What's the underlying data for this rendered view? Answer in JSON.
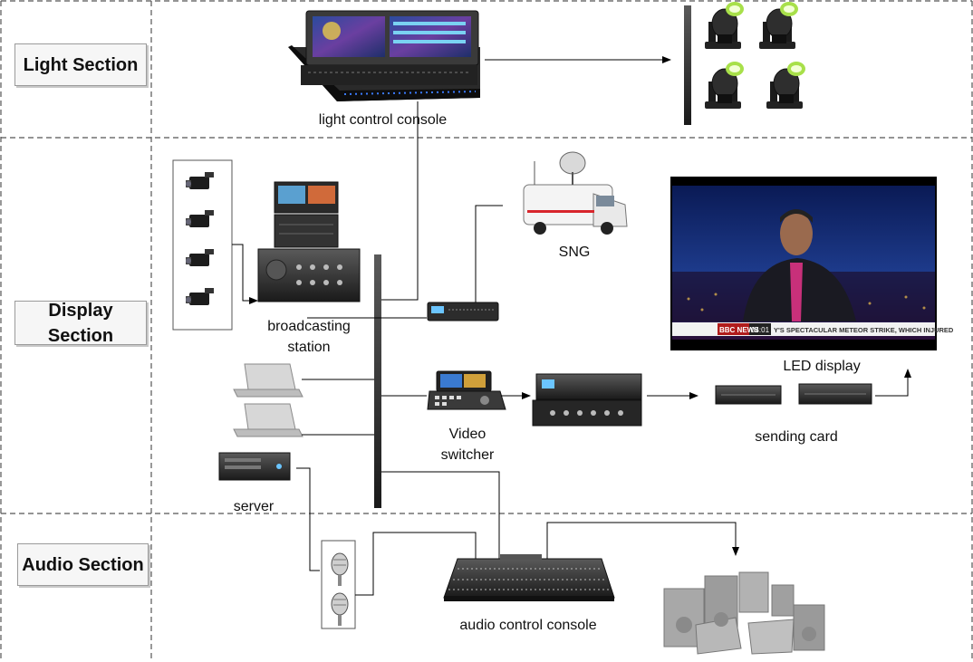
{
  "sections": {
    "light": "Light Section",
    "display_line1": "Display",
    "display_line2": "Section",
    "audio": "Audio Section"
  },
  "labels": {
    "light_console": "light control console",
    "sng": "SNG",
    "broadcasting_line1": "broadcasting",
    "broadcasting_line2": "station",
    "led_display": "LED display",
    "video_switcher_line1": "Video",
    "video_switcher_line2": "switcher",
    "sending_card": "sending card",
    "server": "server",
    "audio_console": "audio control console"
  },
  "tv": {
    "channel_logo": "BBC NEWS",
    "time": "04:01",
    "ticker": "Y'S SPECTACULAR METEOR STRIKE, WHICH INJURED"
  },
  "colors": {
    "line": "#000000",
    "divider": "#555555",
    "beam": "#a8e04a",
    "sng_stripe": "#d8262c"
  }
}
